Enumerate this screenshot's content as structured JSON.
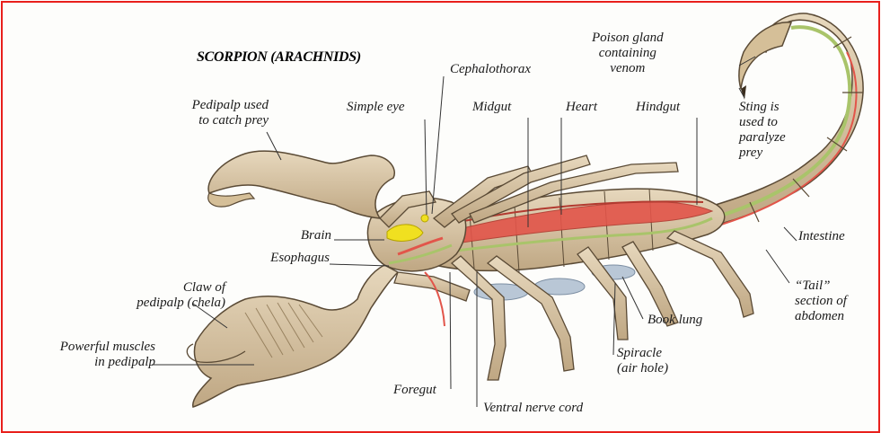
{
  "title": "SCORPION (ARACHNIDS)",
  "labels": {
    "poison_gland": "Poison gland\ncontaining\nvenom",
    "cephalothorax": "Cephalothorax",
    "pedipalp_prey": "Pedipalp used\nto catch prey",
    "simple_eye": "Simple eye",
    "midgut": "Midgut",
    "heart": "Heart",
    "hindgut": "Hindgut",
    "sting": "Sting is\nused to\nparalyze\nprey",
    "brain": "Brain",
    "esophagus": "Esophagus",
    "intestine": "Intestine",
    "claw": "Claw of\npedipalp (chela)",
    "tail": "“Tail”\nsection of\nabdomen",
    "muscles": "Powerful muscles\nin pedipalp",
    "book_lung": "Book lung",
    "spiracle": "Spiracle\n(air hole)",
    "foregut": "Foregut",
    "ventral_nerve_cord": "Ventral nerve cord"
  },
  "colors": {
    "frame": "#e8201c",
    "body": "#d9c6a6",
    "outline": "#5a4a35",
    "gut": "#e2554a",
    "nerve": "#a9c46a",
    "brain": "#f0e020",
    "book_lung": "#b9c7d6"
  }
}
